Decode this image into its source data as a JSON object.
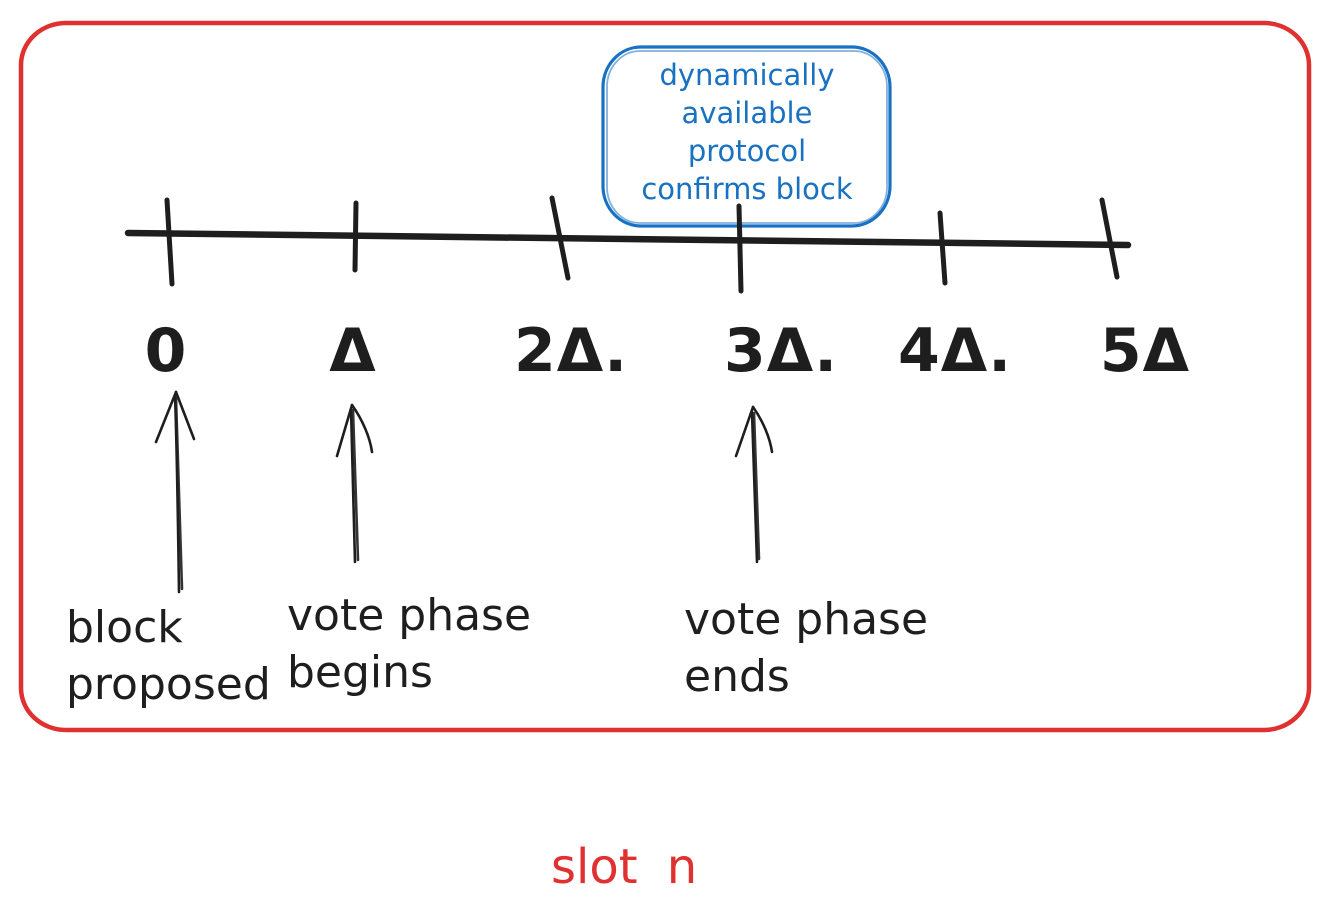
{
  "colors": {
    "frame_red": "#e03131",
    "callout_blue": "#1971c2",
    "ink_black": "#1e1e1e",
    "bg": "#ffffff"
  },
  "callout": {
    "text": "dynamically\navailable\nprotocol\nconfirms block"
  },
  "timeline": {
    "tick_labels": [
      "0",
      "Δ",
      "2Δ.",
      "3Δ.",
      "4Δ.",
      "5Δ"
    ]
  },
  "annotations": [
    {
      "label": "block\nproposed"
    },
    {
      "label": "vote phase\nbegins"
    },
    {
      "label": "vote phase\nends"
    }
  ],
  "footer": {
    "slot_label": "slot n"
  }
}
